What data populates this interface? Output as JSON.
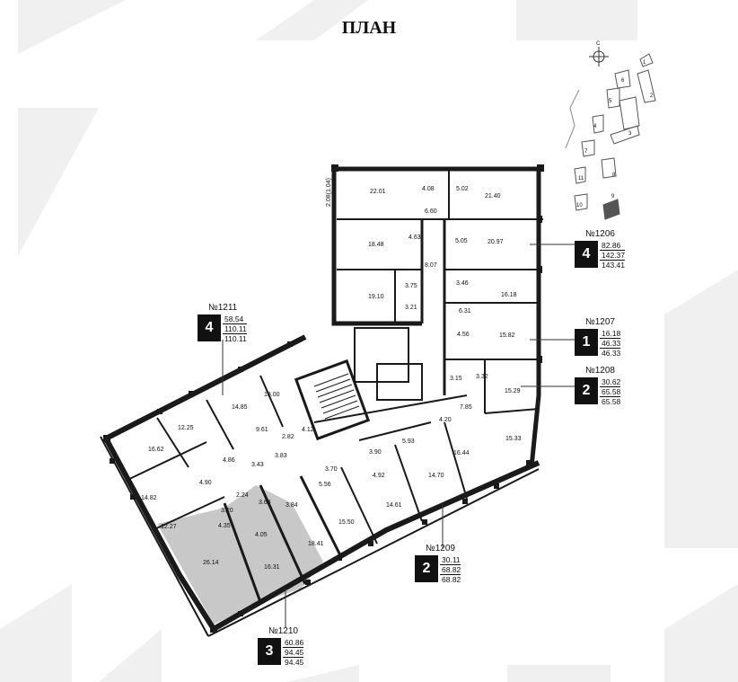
{
  "title": "ПЛАН",
  "compass_label": "С",
  "apartments": [
    {
      "id": "apt-1206",
      "number": "№1206",
      "rooms": "4",
      "values": [
        "82.86",
        "142.37",
        "143.41"
      ]
    },
    {
      "id": "apt-1207",
      "number": "№1207",
      "rooms": "1",
      "values": [
        "16.18",
        "46.33",
        "46.33"
      ]
    },
    {
      "id": "apt-1208",
      "number": "№1208",
      "rooms": "2",
      "values": [
        "30.62",
        "65.58",
        "65.58"
      ]
    },
    {
      "id": "apt-1209",
      "number": "№1209",
      "rooms": "2",
      "values": [
        "30.11",
        "68.82",
        "68.82"
      ]
    },
    {
      "id": "apt-1210",
      "number": "№1210",
      "rooms": "3",
      "values": [
        "60.86",
        "94.45",
        "94.45"
      ]
    },
    {
      "id": "apt-1211",
      "number": "№1211",
      "rooms": "4",
      "values": [
        "58.54",
        "110.11",
        "110.11"
      ]
    }
  ],
  "room_areas": [
    "22.01",
    "4.08",
    "5.02",
    "21.40",
    "2.08(1.04)",
    "6.60",
    "18.48",
    "4.63",
    "5.05",
    "20.97",
    "8.07",
    "3.75",
    "19.10",
    "3.46",
    "16.18",
    "3.21",
    "6.31",
    "4.56",
    "15.82",
    "3.15",
    "3.32",
    "15.29",
    "18.00",
    "14.85",
    "12.25",
    "9.61",
    "2.82",
    "4.12",
    "7.85",
    "4.20",
    "5.93",
    "15.33",
    "16.62",
    "4.86",
    "3.43",
    "3.83",
    "3.90",
    "16.44",
    "4.90",
    "3.70",
    "4.92",
    "14.70",
    "14.82",
    "2.24",
    "5.56",
    "3.20",
    "3.64",
    "3.84",
    "14.61",
    "15.50",
    "12.27",
    "4.35",
    "4.05",
    "26.14",
    "16.31",
    "18.41"
  ],
  "site_buildings": [
    "1",
    "2",
    "3",
    "4",
    "5",
    "6",
    "7",
    "8",
    "9",
    "10",
    "11"
  ],
  "colors": {
    "wall": "#1a1a1a",
    "highlight": "#c8c8c8",
    "watermark": "#f0f0f0"
  }
}
